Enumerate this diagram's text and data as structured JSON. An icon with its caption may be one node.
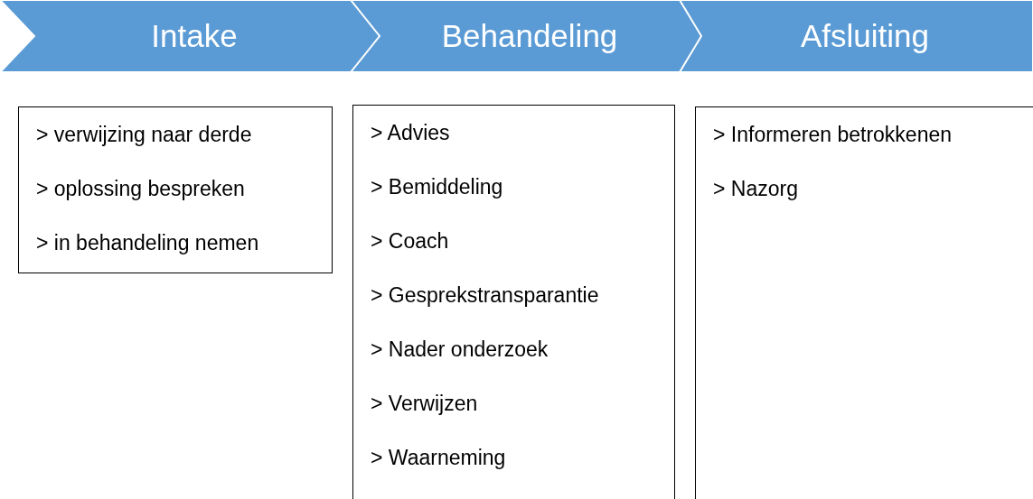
{
  "diagram": {
    "nodes": [
      {
        "text": [
          "Intake"
        ]
      },
      {
        "text": [
          "Behandeling"
        ]
      },
      {
        "text": [
          "Afsluiting"
        ]
      },
      {
        "text": [
          "> verwijzing naar derde",
          "> oplossing bespreken",
          "> in behandeling nemen"
        ]
      },
      {
        "text": [
          "> Advies",
          "> Bemiddeling",
          "> Coach",
          "> Gesprekstransparantie",
          "> Nader onderzoek",
          "> Verwijzen",
          "> Waarneming"
        ]
      },
      {
        "text": [
          "> Informeren betrokkenen",
          "> Nazorg"
        ]
      }
    ],
    "edges": []
  }
}
